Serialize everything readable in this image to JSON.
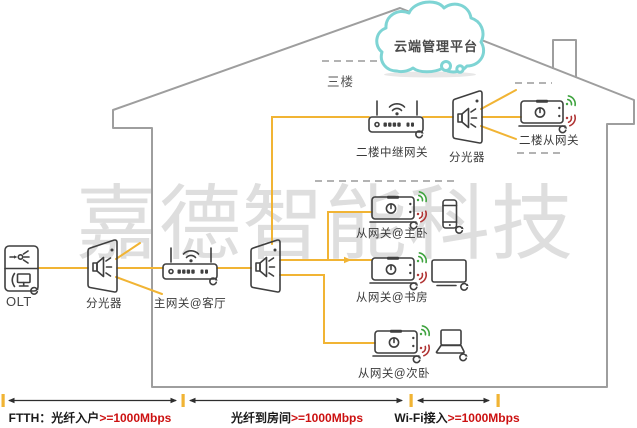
{
  "watermark": "嘉德智能科技",
  "cloud": {
    "label": "云端管理平台"
  },
  "house": {
    "third_floor_label": "三楼"
  },
  "devices": {
    "olt": {
      "label": "OLT"
    },
    "outdoor_splitter": {
      "label": "分光器"
    },
    "main_gateway": {
      "label": "主网关@客厅"
    },
    "relay_gateway": {
      "label": "二楼中继网关"
    },
    "floor2_splitter": {
      "label": "分光器"
    },
    "floor2_slave_gateway": {
      "label": "二楼从网关"
    },
    "master_bedroom_slave_gateway": {
      "label": "从网关@主卧"
    },
    "study_slave_gateway": {
      "label": "从网关@书房"
    },
    "second_bedroom_slave_gateway": {
      "label": "从网关@次卧"
    }
  },
  "legend": {
    "items": [
      {
        "label": "FTTH：光纤入户",
        "speed": ">=1000Mbps"
      },
      {
        "label": "光纤到房间",
        "speed": ">=1000Mbps"
      },
      {
        "label": "Wi-Fi接入",
        "speed": ">=1000Mbps"
      }
    ]
  },
  "icons": {
    "cloud": "cloud-icon",
    "olt": "olt-chassis-icon",
    "splitter": "optical-splitter-icon",
    "gateway_router": "wifi-router-icon",
    "slave_gateway": "gateway-box-icon",
    "wifi_bands": [
      "wifi-band-green-icon",
      "wifi-band-red-icon"
    ],
    "clients": [
      "phone-icon",
      "tv-icon",
      "laptop-icon"
    ]
  },
  "colors": {
    "fiber": "#F1B434",
    "house": "#9E9E9E",
    "cloud": "#7ED4D4",
    "wifi_green": "#3FA33F",
    "wifi_red": "#B03434",
    "legend_speed_red": "#CC1111",
    "watermark_gray": "#BFBFBF"
  }
}
